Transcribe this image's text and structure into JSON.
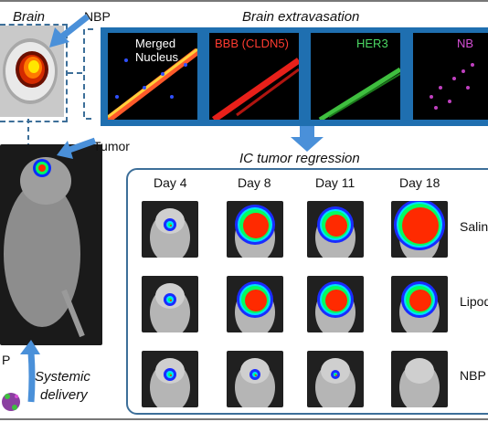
{
  "brain": {
    "title": "Brain",
    "nbp_label": "NBP"
  },
  "extravasation": {
    "title": "Brain extravasation",
    "panels": [
      {
        "line1": "Merged",
        "line2": "Nucleus",
        "color": "#ffffff"
      },
      {
        "line1": "BBB (CLDN5)",
        "line2": "",
        "color": "#ff3b30"
      },
      {
        "line1": "HER3",
        "line2": "",
        "color": "#4cd964"
      },
      {
        "line1": "NB",
        "line2": "",
        "color": "#d64fd6"
      }
    ]
  },
  "mouse": {
    "tumor_label": "Tumor"
  },
  "delivery": {
    "nbp_fragment": "P",
    "line1": "Systemic",
    "line2": "delivery"
  },
  "regression": {
    "title": "IC tumor regression",
    "days": [
      "Day 4",
      "Day 8",
      "Day 11",
      "Day 18"
    ],
    "groups": [
      "Saline",
      "Lipod",
      "NBP"
    ]
  },
  "colors": {
    "accent": "#3d6f99",
    "arrow": "#4a90d9",
    "panel_bg": "#1f6fb0"
  }
}
